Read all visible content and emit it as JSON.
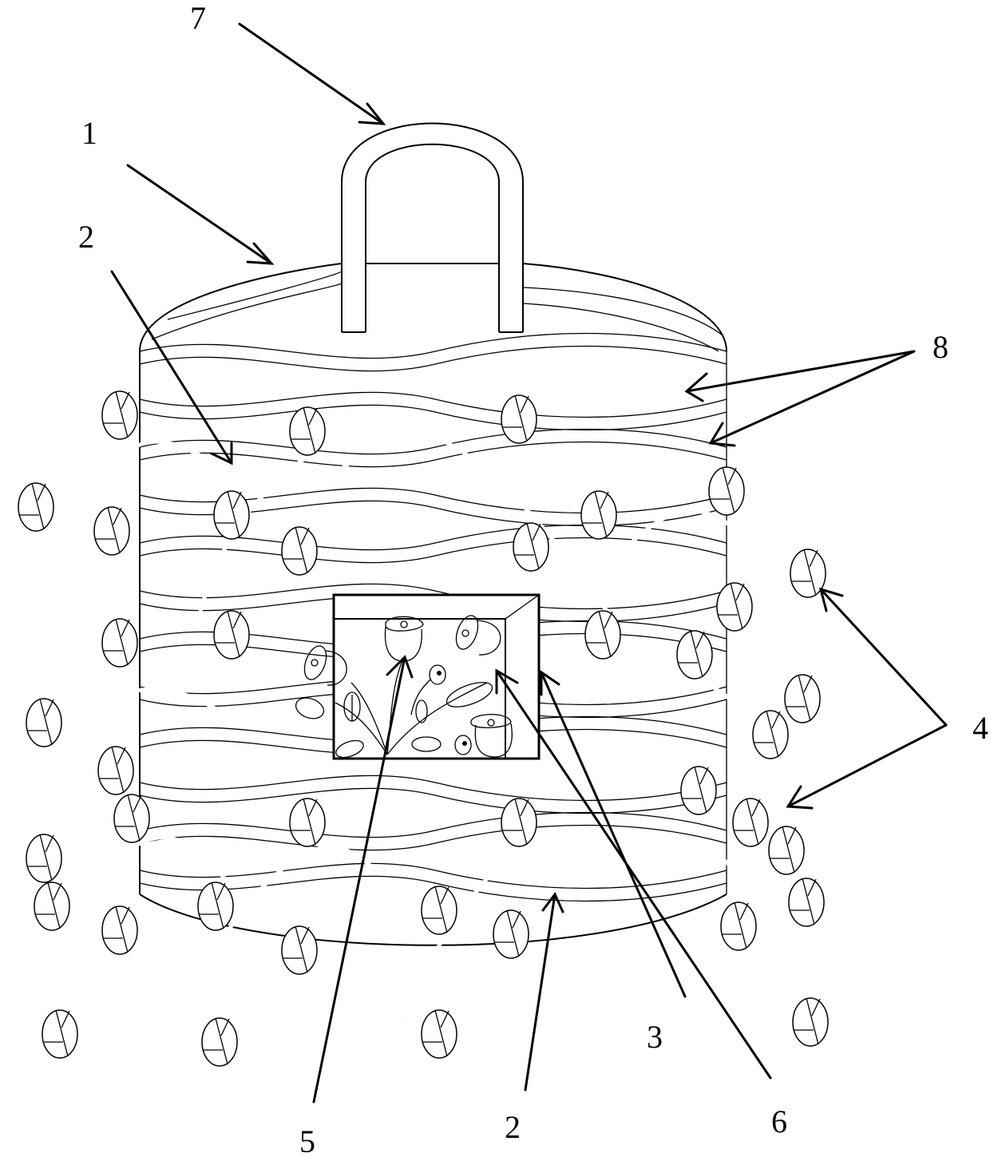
{
  "figure": {
    "subject": "woven basket with handle, decorative vines and framed floral panel",
    "colors": {
      "line": "#000000",
      "background": "#ffffff"
    },
    "labels": [
      {
        "id": "7",
        "text": "7",
        "refers_to": "handle"
      },
      {
        "id": "1",
        "text": "1",
        "refers_to": "basket-body-rim"
      },
      {
        "id": "2a",
        "text": "2",
        "refers_to": "woven-strip-upper"
      },
      {
        "id": "8",
        "text": "8",
        "refers_to": "weave-bands"
      },
      {
        "id": "4",
        "text": "4",
        "refers_to": "vine-leaves"
      },
      {
        "id": "5",
        "text": "5",
        "refers_to": "rose-flower"
      },
      {
        "id": "2b",
        "text": "2",
        "refers_to": "woven-strip-lower"
      },
      {
        "id": "3",
        "text": "3",
        "refers_to": "decorative-frame"
      },
      {
        "id": "6",
        "text": "6",
        "refers_to": "frame-inner-panel"
      }
    ]
  }
}
